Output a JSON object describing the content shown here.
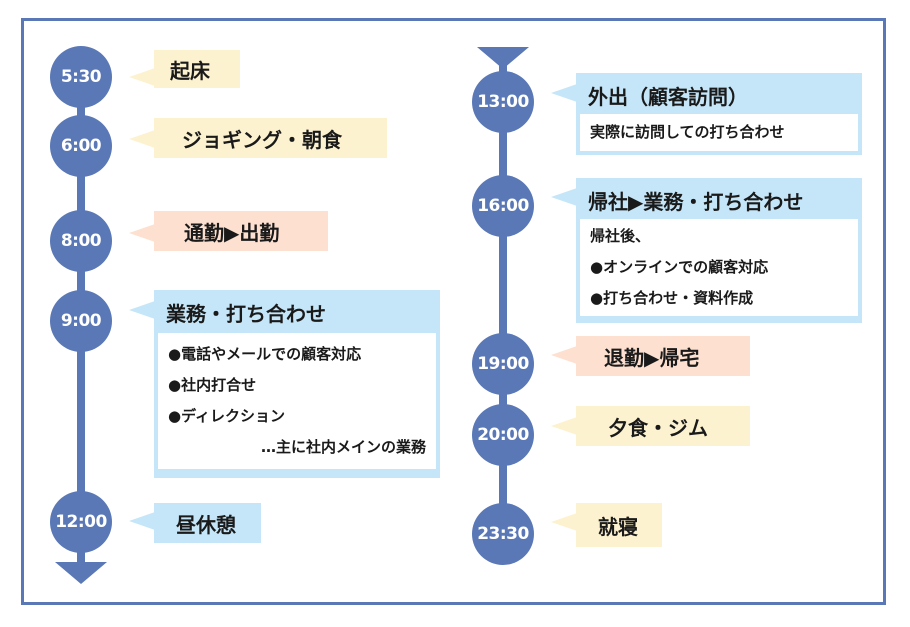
{
  "left_column": [
    {
      "time": "5:30",
      "label": "起床",
      "color": "yellow"
    },
    {
      "time": "6:00",
      "label": "ジョギング・朝食",
      "color": "yellow"
    },
    {
      "time": "8:00",
      "label": "通勤▶出勤",
      "color": "peach"
    },
    {
      "time": "9:00",
      "label": "業務・打ち合わせ",
      "color": "blue",
      "details": [
        "●電話やメールでの顧客対応",
        "●社内打合せ",
        "●ディレクション",
        "…主に社内メインの業務"
      ]
    },
    {
      "time": "12:00",
      "label": "昼休憩",
      "color": "blue"
    }
  ],
  "right_column": [
    {
      "time": "13:00",
      "label": "外出（顧客訪問）",
      "color": "blue",
      "details": [
        "実際に訪問しての打ち合わせ"
      ]
    },
    {
      "time": "16:00",
      "label": "帰社▶業務・打ち合わせ",
      "color": "blue",
      "details": [
        "帰社後、",
        "●オンラインでの顧客対応",
        "●打ち合わせ・資料作成"
      ]
    },
    {
      "time": "19:00",
      "label": "退勤▶帰宅",
      "color": "peach"
    },
    {
      "time": "20:00",
      "label": "夕食・ジム",
      "color": "yellow"
    },
    {
      "time": "23:30",
      "label": "就寝",
      "color": "yellow"
    }
  ],
  "colors": {
    "timeline": "#5a78b6",
    "yellow": "#fdf2cf",
    "peach": "#fde0cf",
    "blue": "#c5e6f8"
  }
}
